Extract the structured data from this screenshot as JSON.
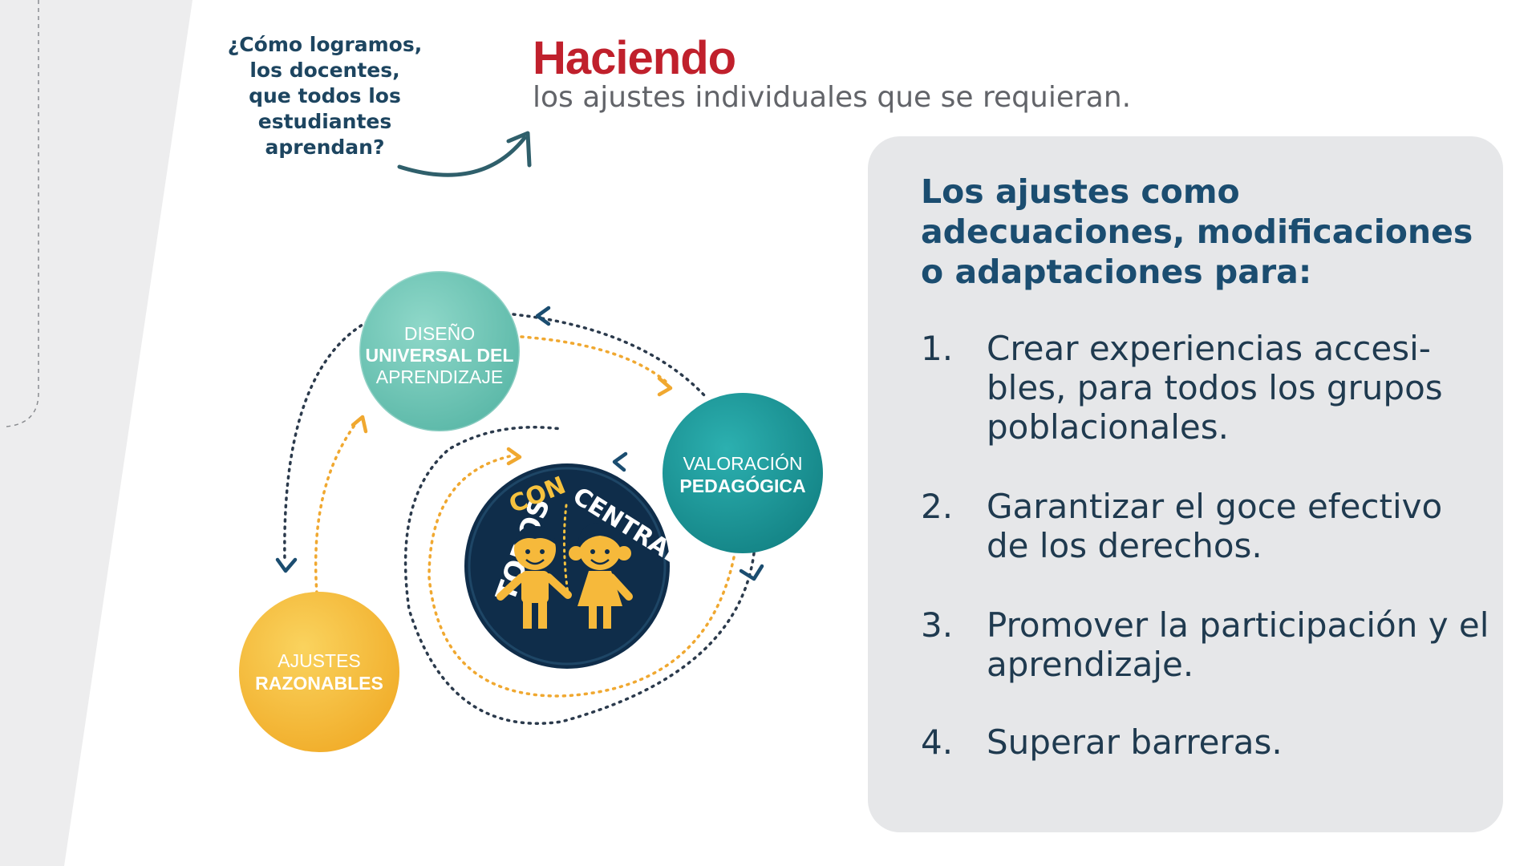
{
  "question": {
    "lines": [
      "¿Cómo logramos,",
      "los docentes,",
      "que todos los",
      "estudiantes",
      "aprendan?"
    ]
  },
  "headline": {
    "title": "Haciendo",
    "subtitle": "los ajustes individuales que se requieran."
  },
  "cycle": {
    "diseno": {
      "line1": "DISEÑO",
      "line2": "UNIVERSAL DEL",
      "line3": "APRENDIZAJE"
    },
    "valoracion": {
      "line1": "VALORACIÓN",
      "line2": "PEDAGÓGICA"
    },
    "ajustes": {
      "line1": "AJUSTES",
      "line2": "RAZONABLES"
    },
    "center": {
      "word1": "TODOS",
      "word2": "CON",
      "word3": "CENTRADOS"
    }
  },
  "panel": {
    "title": "Los ajustes como adecuaciones, modificaciones o adaptaciones para:",
    "items": [
      {
        "num": "1.",
        "text": "Crear experiencias accesi-bles, para todos los grupos poblacionales."
      },
      {
        "num": "2.",
        "text": "Garantizar el goce efectivo de los derechos."
      },
      {
        "num": "3.",
        "text": "Promover la participación y el aprendizaje."
      },
      {
        "num": "4.",
        "text": "Superar barreras."
      }
    ]
  },
  "colors": {
    "red": "#c0202c",
    "navy": "#1b4d70",
    "teal_light": "#6ec8b8",
    "teal_dark": "#1a9a9b",
    "yellow": "#f6c23e",
    "orange_dots": "#f0a830",
    "seal_bg": "#0f2d4a",
    "panel_bg": "#e6e7e9"
  }
}
